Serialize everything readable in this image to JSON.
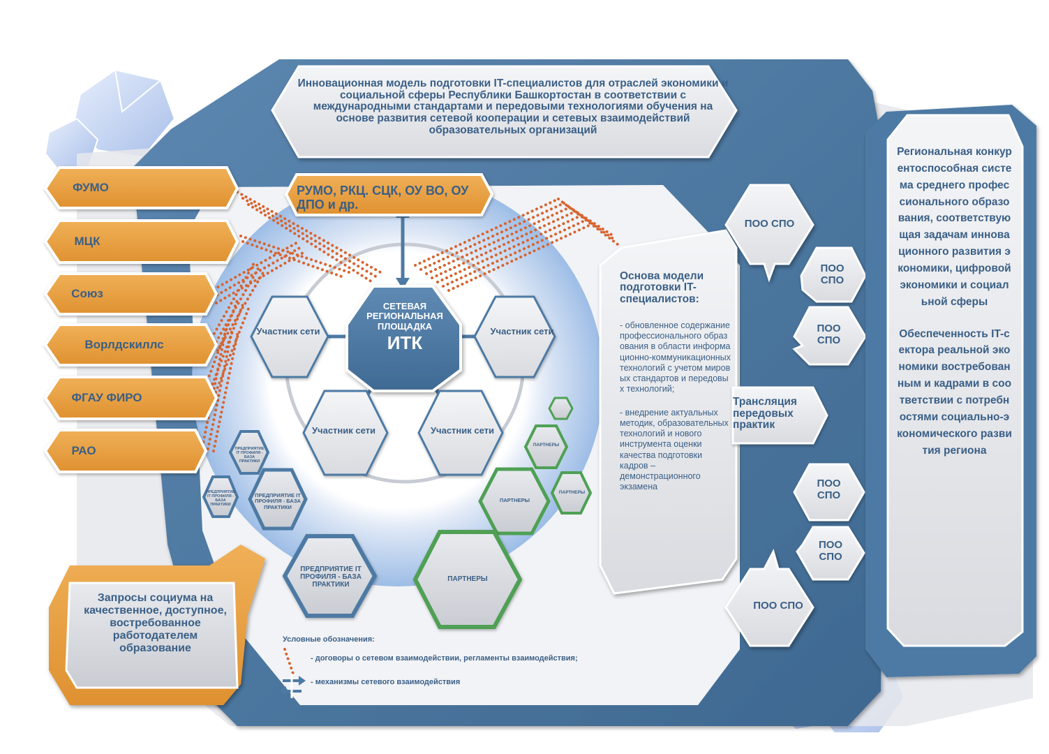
{
  "title": "Инновационная модель подготовки IT-специалистов для отраслей экономики и социальной сферы Республики Башкортостан в соответствии с международными стандартами и передовыми технологиями обучения на основе развития сетевой кооперации и сетевых взаимодействий образовательных организаций",
  "left_orgs": [
    "ФУМО",
    "МЦК",
    "Союз",
    "Ворлдскиллс",
    "ФГАУ ФИРО",
    "РАО"
  ],
  "top_box": "РУМО,  РКЦ. СЦК,  ОУ ВО, ОУ ДПО и др.",
  "center": {
    "line1": "СЕТЕВАЯ",
    "line2": "РЕГИОНАЛЬНАЯ",
    "line3": "ПЛОЩАДКА",
    "main": "ИТК"
  },
  "participants": [
    "Участник сети",
    "Участник сети",
    "Участник сети",
    "Участник сети"
  ],
  "enterprise_label": "ПРЕДПРИЯТИЕ IT ПРОФИЛЯ - БАЗА ПРАКТИКИ",
  "partners_label": "ПАРТНЕРЫ",
  "model_basis": {
    "heading": "Основа модели подготовки IT-специалистов:",
    "item1": "- обновленное содержание профессионального образования в области информационно-коммуникационных технологий с учетом мировых стандартов и передовых технологий;",
    "item2": "-  внедрение актуальных методик, образовательных технологий и нового инструмента оценки качества подготовки кадров – демонстрационного экзамена"
  },
  "translation_label": "Трансляция передовых практик",
  "poo": {
    "big": "ПОО СПО",
    "small": "ПОО СПО"
  },
  "right_panel": {
    "part1": "Региональная конкурентоспособная система среднего профессионального образования, соответствующая задачам инновационного развития экономики, цифровой экономики и социальной сферы",
    "part2": "Обеспеченность IT-сектора реальной экономики востребованным и кадрами в соответствии с потребностями социально-экономического развития региона"
  },
  "society_request": "Запросы социума на качественное, доступное, востребованное работодателем образование",
  "legend": {
    "title": "Условные обозначения:",
    "dotted": "- договоры о сетевом взаимодействии, регламенты взаимодействия;",
    "arrows": "- механизмы сетевого взаимодействия"
  },
  "colors": {
    "orange": "#e79d3d",
    "blue": "#4d7aa4",
    "navy": "#3a5f86",
    "green": "#4fa055",
    "dots": "#d6642f"
  }
}
